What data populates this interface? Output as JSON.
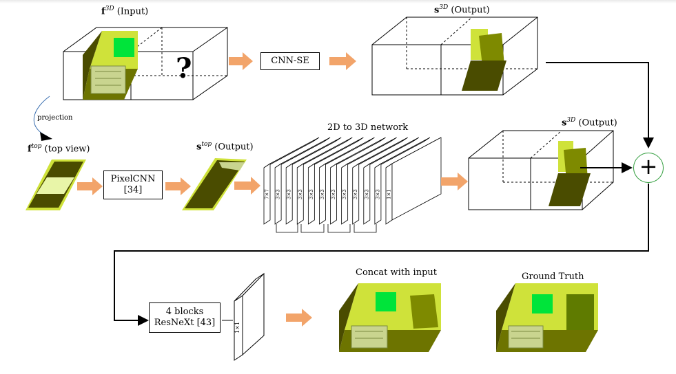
{
  "labels": {
    "f3d_input": {
      "sym": "f",
      "sup": "3D",
      "text": "(Input)"
    },
    "s3d_output_top": {
      "sym": "s",
      "sup": "3D",
      "text": "(Output)"
    },
    "ftop_view": {
      "sym": "f",
      "sup": "top",
      "text": "(top view)"
    },
    "stop_output": {
      "sym": "s",
      "sup": "top",
      "text": "(Output)"
    },
    "s3d_output_mid": {
      "sym": "s",
      "sup": "3D",
      "text": "(Output)"
    },
    "projection": "projection",
    "question": "?",
    "network_2d3d": "2D to 3D network",
    "concat": "Concat with input",
    "ground_truth": "Ground Truth",
    "plus": "+"
  },
  "boxes": {
    "cnn_se": "CNN-SE",
    "pixelcnn_line1": "PixelCNN",
    "pixelcnn_line2": "[34]",
    "resnext_line1": "4 blocks",
    "resnext_line2": "ResNeXt [43]"
  },
  "kernels": [
    "7×7",
    "3×3",
    "3×3",
    "3×3",
    "3×3",
    "3×3",
    "3×3",
    "3×3",
    "3×3",
    "3×3",
    "3×3",
    "1×1"
  ],
  "final_kernel": "1×1",
  "colors": {
    "arrow": "#f2a46a",
    "olive_dark": "#4a4c00",
    "olive": "#7e8a00",
    "yellow": "#cfe23a",
    "light_yellow": "#e8f5a8",
    "green": "#00e43a",
    "plus_ring": "#2e9c3a"
  }
}
